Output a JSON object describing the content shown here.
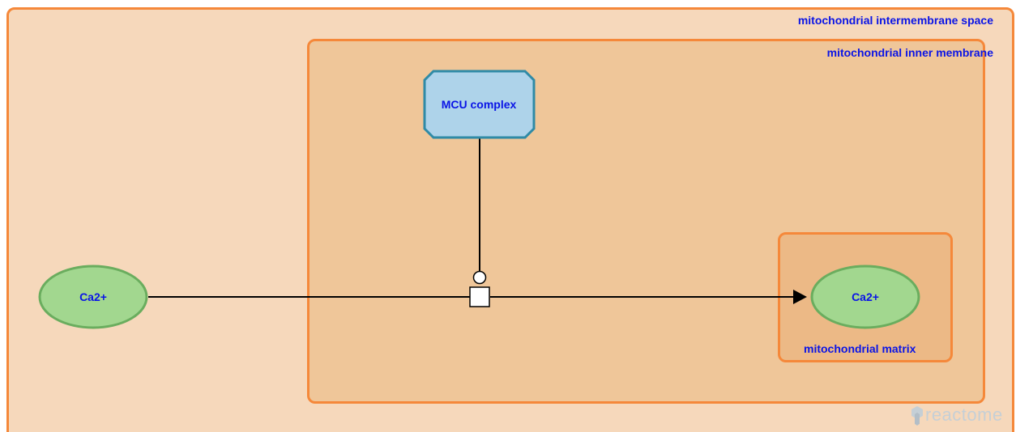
{
  "compartments": {
    "intermembrane_space": "mitochondrial intermembrane space",
    "inner_membrane": "mitochondrial inner membrane",
    "matrix": "mitochondrial matrix"
  },
  "nodes": {
    "ca_input": "Ca2+",
    "ca_output": "Ca2+",
    "mcu_complex": "MCU complex"
  },
  "colors": {
    "compartment_border": "#f5883a",
    "chemical_fill": "#a2d78f",
    "chemical_border": "#6aad5e",
    "complex_fill": "#aed3ea",
    "complex_border": "#2f8aa6",
    "label_text": "#0a14e6"
  },
  "logo": {
    "text": "reactome"
  }
}
